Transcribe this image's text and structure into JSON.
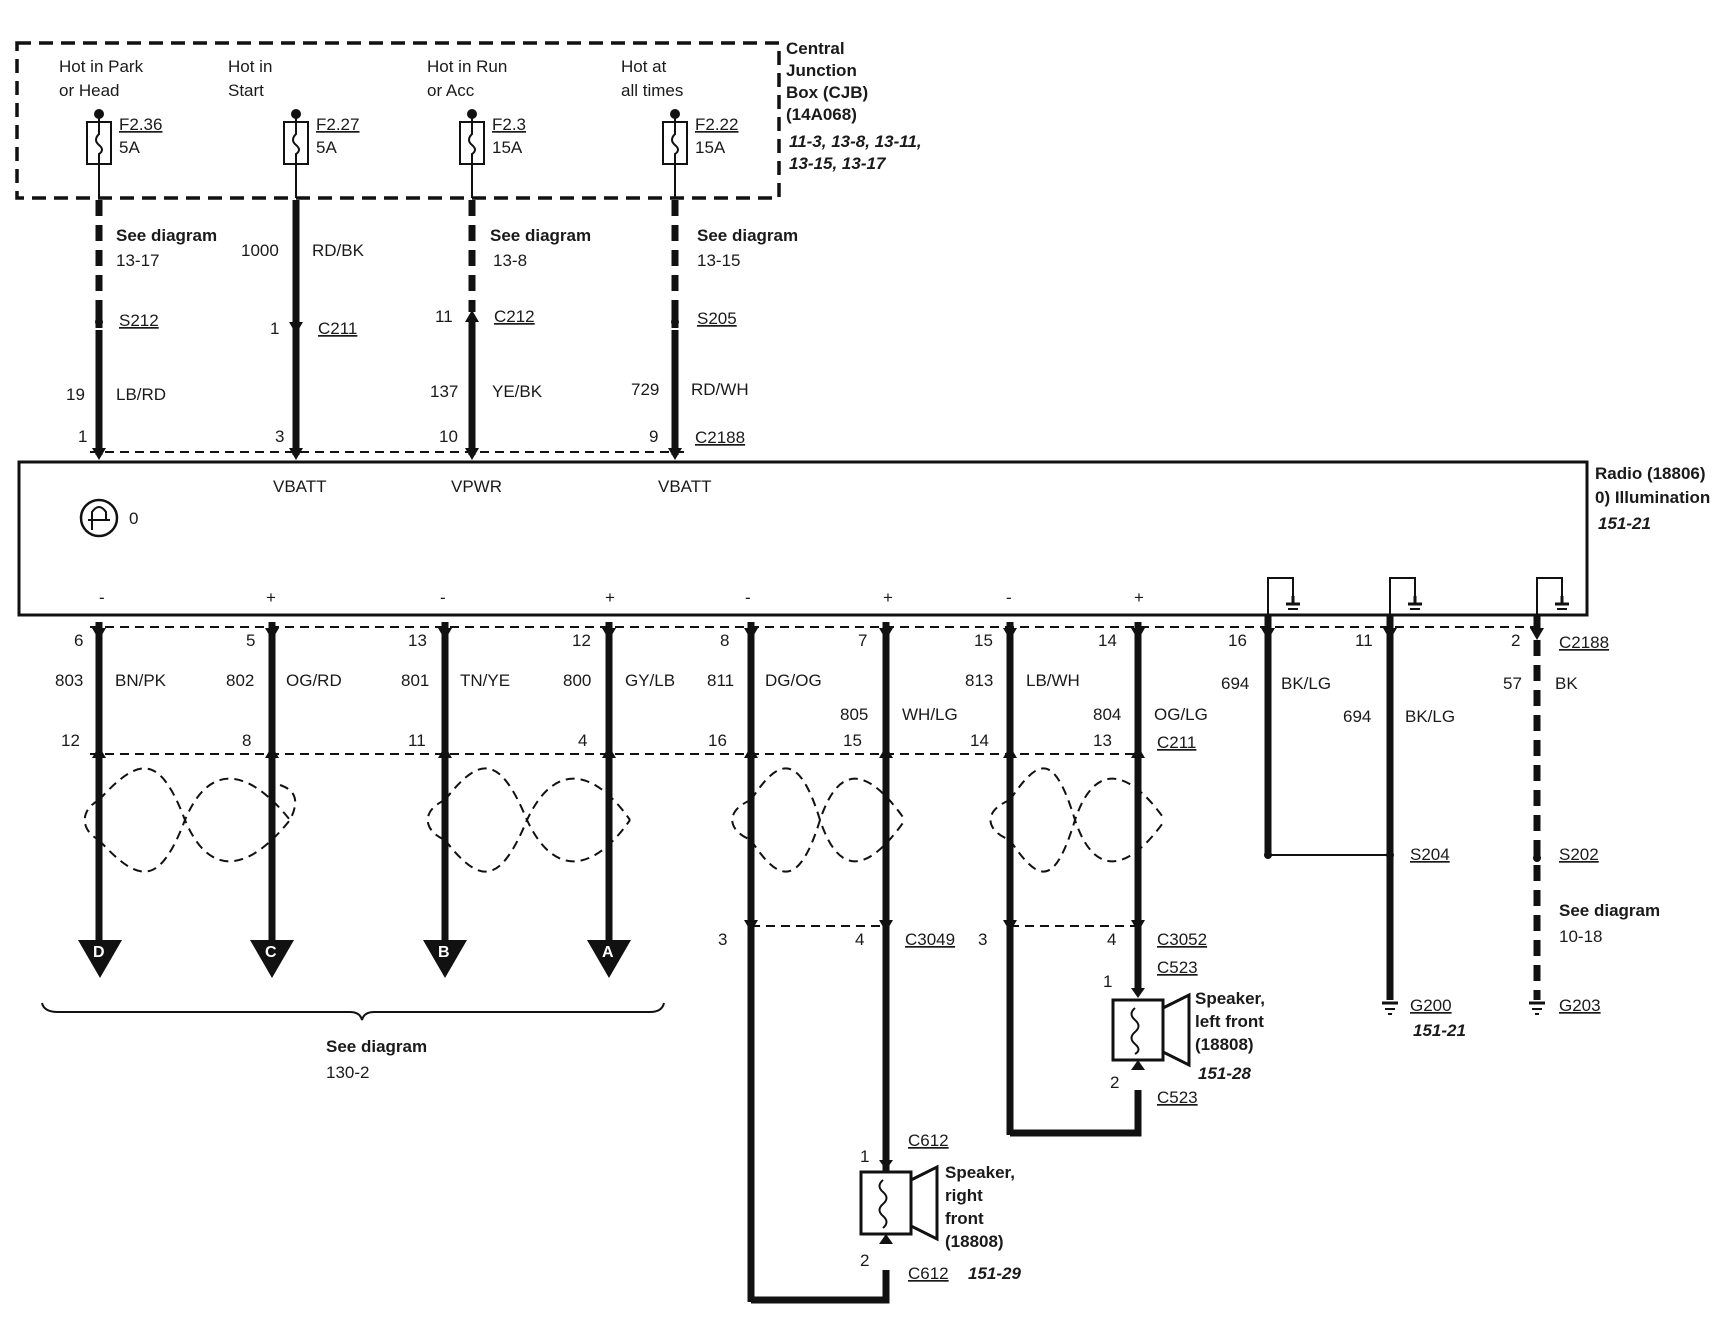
{
  "cjb": {
    "title_lines": [
      "Central",
      "Junction",
      "Box (CJB)",
      "(14A068)"
    ],
    "refs": [
      "11-3, 13-8, 13-11,",
      "13-15, 13-17"
    ],
    "fuses": [
      {
        "hot_lines": [
          "Hot in Park",
          "or Head"
        ],
        "fuse": "F2.36",
        "rating": "5A"
      },
      {
        "hot_lines": [
          "Hot in",
          "Start"
        ],
        "fuse": "F2.27",
        "rating": "5A"
      },
      {
        "hot_lines": [
          "Hot in Run",
          "or Acc"
        ],
        "fuse": "F2.3",
        "rating": "15A"
      },
      {
        "hot_lines": [
          "Hot at",
          "all times"
        ],
        "fuse": "F2.22",
        "rating": "15A"
      }
    ]
  },
  "upper_circuits": [
    {
      "note": [
        "See diagram",
        "13-17"
      ],
      "splice": "S212",
      "circuit": "19",
      "color": "LB/RD",
      "pin": "1"
    },
    {
      "note": [],
      "pre_circuit": "1000",
      "pre_color": "RD/BK",
      "conn_pin": "1",
      "connector": "C211",
      "pin": "3"
    },
    {
      "note": [
        "See diagram",
        "13-8"
      ],
      "conn_pin": "11",
      "connector": "C212",
      "circuit": "137",
      "color": "YE/BK",
      "pin": "10"
    },
    {
      "note": [
        "See diagram",
        "13-15"
      ],
      "splice": "S205",
      "circuit": "729",
      "color": "RD/WH",
      "pin": "9"
    }
  ],
  "c2188_label": "C2188",
  "radio": {
    "title_lines": [
      "Radio (18806)",
      "0) Illumination"
    ],
    "ref": "151-21",
    "power_labels": [
      "VBATT",
      "VPWR",
      "VBATT"
    ],
    "illum_mark": "0",
    "polarity": [
      "-",
      "+",
      "-",
      "+",
      "-",
      "+",
      "-",
      "+"
    ]
  },
  "lower_circuits": [
    {
      "pin": "6",
      "circuit": "803",
      "color": "BN/PK",
      "c211_pin": "12"
    },
    {
      "pin": "5",
      "circuit": "802",
      "color": "OG/RD",
      "c211_pin": "8"
    },
    {
      "pin": "13",
      "circuit": "801",
      "color": "TN/YE",
      "c211_pin": "11"
    },
    {
      "pin": "12",
      "circuit": "800",
      "color": "GY/LB",
      "c211_pin": "4"
    },
    {
      "pin": "8",
      "circuit": "811",
      "color": "DG/OG",
      "c211_pin": "16"
    },
    {
      "pin": "7",
      "circuit": "805",
      "color": "WH/LG",
      "c211_pin": "15"
    },
    {
      "pin": "15",
      "circuit": "813",
      "color": "LB/WH",
      "c211_pin": "14"
    },
    {
      "pin": "14",
      "circuit": "804",
      "color": "OG/LG",
      "c211_pin": "13"
    }
  ],
  "c211_label": "C211",
  "ground_circuits": [
    {
      "pin": "16",
      "circuit": "694",
      "color": "BK/LG"
    },
    {
      "pin": "11",
      "circuit": "694",
      "color": "BK/LG"
    },
    {
      "pin": "2",
      "circuit": "57",
      "color": "BK"
    }
  ],
  "splices": {
    "s204": "S204",
    "s202": "S202"
  },
  "ground_note": [
    "See diagram",
    "10-18"
  ],
  "grounds": {
    "g200": "G200",
    "g200_ref": "151-21",
    "g203": "G203"
  },
  "arrows": [
    "D",
    "C",
    "B",
    "A"
  ],
  "arrows_note": [
    "See diagram",
    "130-2"
  ],
  "c3049": {
    "label": "C3049",
    "pin_left": "3",
    "pin_right": "4"
  },
  "c3052": {
    "label": "C3052",
    "pin_left": "3",
    "pin_right": "4"
  },
  "speaker_left": {
    "name_lines": [
      "Speaker,",
      "left front",
      "(18808)"
    ],
    "ref": "151-28",
    "conn": "C523",
    "pin_top": "1",
    "pin_bottom": "2"
  },
  "speaker_right": {
    "name_lines": [
      "Speaker,",
      "right",
      "front",
      "(18808)"
    ],
    "ref": "151-29",
    "conn": "C612",
    "pin_top": "1",
    "pin_bottom": "2"
  }
}
